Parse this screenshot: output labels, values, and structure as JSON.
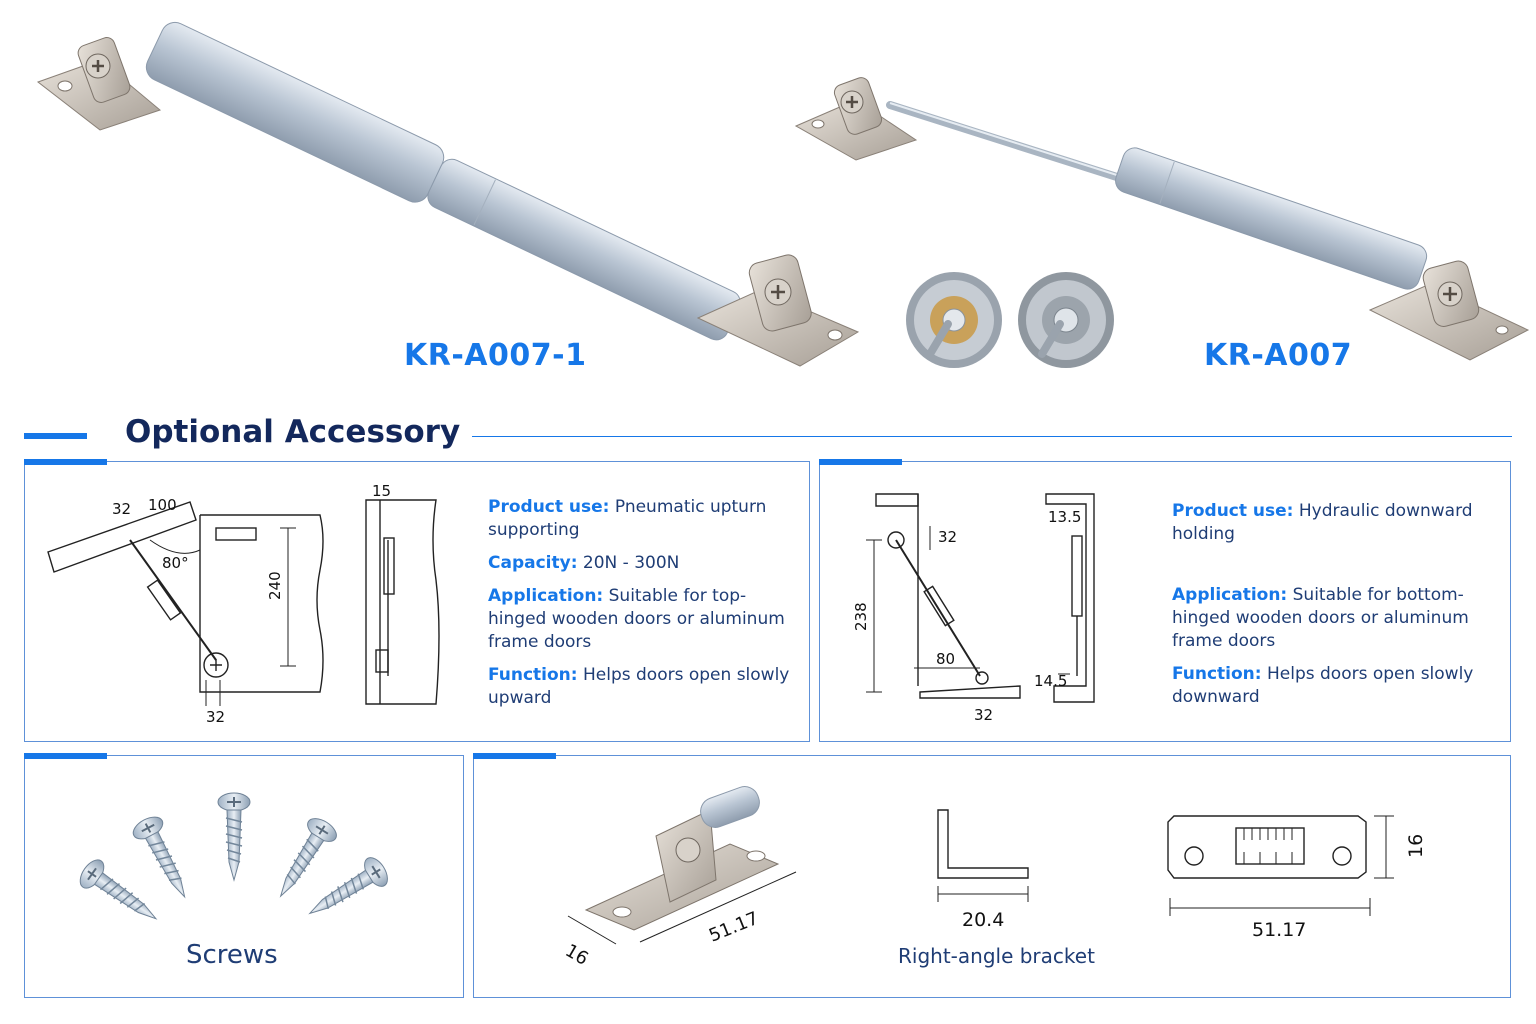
{
  "products": {
    "left_model": "KR-A007-1",
    "right_model": "KR-A007"
  },
  "section": {
    "title": "Optional Accessory"
  },
  "panel_left": {
    "specs": [
      {
        "key": "Product use:",
        "value": "Pneumatic upturn supporting"
      },
      {
        "key": "Capacity:",
        "value": "20N - 300N"
      },
      {
        "key": "Application:",
        "value": "Suitable for top-hinged wooden doors or aluminum frame doors"
      },
      {
        "key": "Function:",
        "value": "Helps doors open slowly upward"
      }
    ],
    "dims": {
      "a": "32",
      "b": "100",
      "angle": "80°",
      "height": "240",
      "bottom": "32",
      "side": "15"
    }
  },
  "panel_right": {
    "specs": [
      {
        "key": "Product use:",
        "value": "Hydraulic downward holding"
      },
      {
        "key": "Application:",
        "value": "Suitable for bottom-hinged wooden doors or aluminum frame doors"
      },
      {
        "key": "Function:",
        "value": "Helps doors open slowly downward"
      }
    ],
    "dims": {
      "top": "32",
      "height": "238",
      "width": "80",
      "bottom": "32",
      "side_top": "13.5",
      "side_bottom": "14.5"
    }
  },
  "screws": {
    "caption": "Screws"
  },
  "brackets": {
    "caption": "Right-angle bracket",
    "dim_bracket_len": "51.17",
    "dim_bracket_w": "16",
    "dim_angle": "20.4",
    "dim_plate_len": "51.17",
    "dim_plate_w": "16"
  },
  "colors": {
    "accent": "#1677e8",
    "navy": "#13285c",
    "border": "#5e91d8"
  }
}
